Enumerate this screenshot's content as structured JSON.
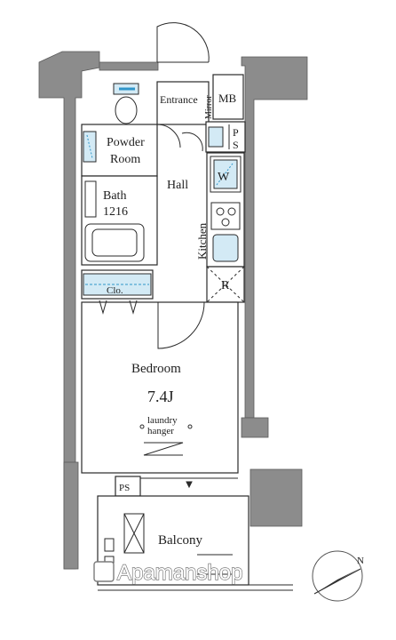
{
  "rooms": {
    "entrance": "Entrance",
    "mirror": "Mirror",
    "mb": "MB",
    "ps_top_p": "P",
    "ps_top_s": "S",
    "powder_room_line1": "Powder",
    "powder_room_line2": "Room",
    "hall": "Hall",
    "washer": "W",
    "bath_line1": "Bath",
    "bath_line2": "1216",
    "kitchen": "Kitchen",
    "refrigerator": "R",
    "closet": "Clo.",
    "bedroom": "Bedroom",
    "bedroom_size": "7.4J",
    "laundry_line1": "laundry",
    "laundry_line2": "hanger",
    "ps_bottom": "PS",
    "balcony": "Balcony"
  },
  "watermark": "Apamanshop",
  "compass": {
    "label": "N"
  },
  "colors": {
    "wall": "#8c8c8c",
    "fixture_fill": "#d3eaf5",
    "fixture_accent": "#2f95c9",
    "line": "#2a2a2a"
  }
}
